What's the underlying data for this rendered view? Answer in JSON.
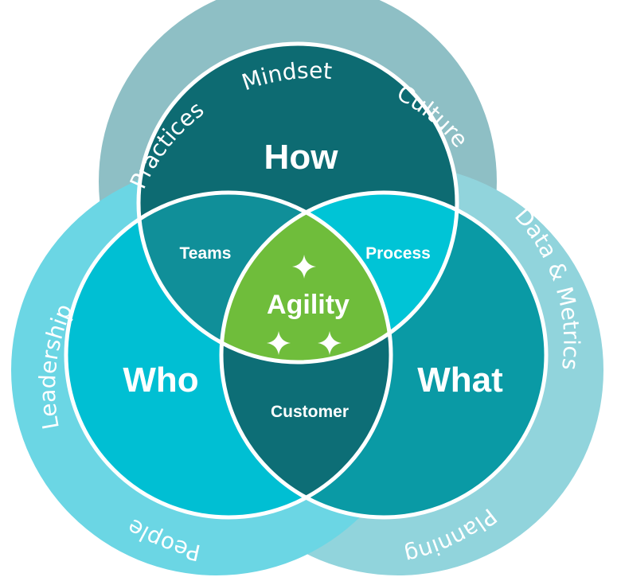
{
  "circles": {
    "how": "How",
    "who": "Who",
    "what": "What"
  },
  "intersections": {
    "teams": "Teams",
    "process": "Process",
    "customer": "Customer",
    "center": "Agility"
  },
  "rings": {
    "top": [
      "Practices",
      "Mindset",
      "Culture"
    ],
    "right": [
      "Data & Metrics",
      "Planning"
    ],
    "left": [
      "Leadership",
      "People"
    ]
  },
  "icons": [
    "sparkle-icon",
    "sparkle-icon",
    "sparkle-icon"
  ],
  "colors": {
    "how": "#0d6b72",
    "who": "#00bfd3",
    "what": "#0a9aa5",
    "teams": "#108f99",
    "process": "#00c4d6",
    "customer": "#0d6e76",
    "center": "#6fbd3b",
    "ring_top": "#8ebfc5",
    "ring_left": "#6bd6e4",
    "ring_right": "#91d4dc"
  }
}
